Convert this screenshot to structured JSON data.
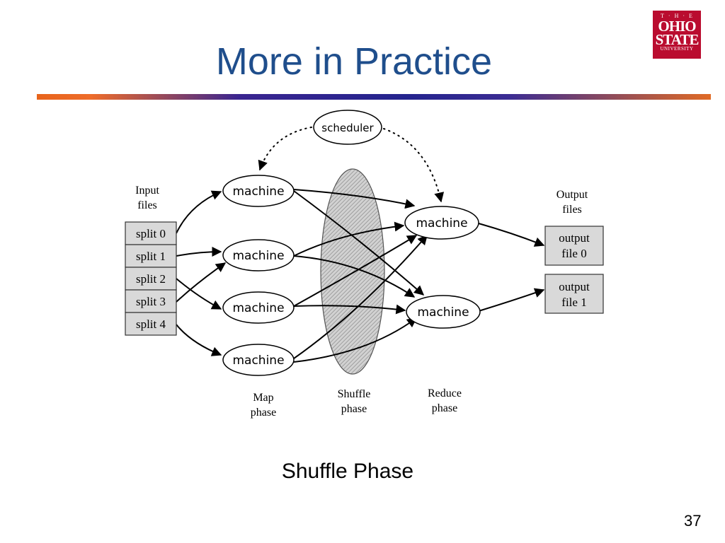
{
  "slide": {
    "title": "More in Practice",
    "caption": "Shuffle Phase",
    "page_number": "37"
  },
  "logo": {
    "the": "T·H·E",
    "line1": "OHIO",
    "line2": "STATE",
    "line3": "UNIVERSITY",
    "color": "#BA0C2F"
  },
  "diagram": {
    "scheduler": "scheduler",
    "input_label": [
      "Input",
      "files"
    ],
    "splits": [
      "split 0",
      "split 1",
      "split 2",
      "split 3",
      "split 4"
    ],
    "map_machines": [
      "machine",
      "machine",
      "machine",
      "machine"
    ],
    "reduce_machines": [
      "machine",
      "machine"
    ],
    "output_label": [
      "Output",
      "files"
    ],
    "outputs": [
      [
        "output",
        "file 0"
      ],
      [
        "output",
        "file 1"
      ]
    ],
    "phases": {
      "map": [
        "Map",
        "phase"
      ],
      "shuffle": [
        "Shuffle",
        "phase"
      ],
      "reduce": [
        "Reduce",
        "phase"
      ]
    }
  }
}
